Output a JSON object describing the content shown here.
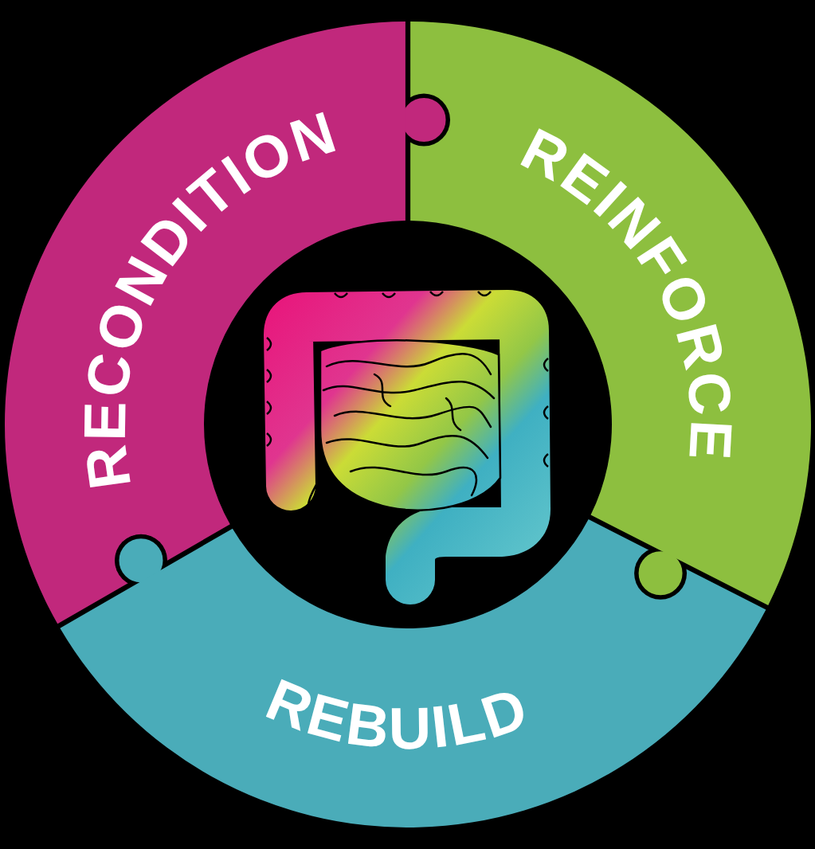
{
  "diagram": {
    "nodes": [
      {
        "text": [
          "RECONDITION"
        ]
      },
      {
        "text": [
          "REINFORCE"
        ]
      },
      {
        "text": [
          "REBUILD"
        ]
      }
    ]
  }
}
